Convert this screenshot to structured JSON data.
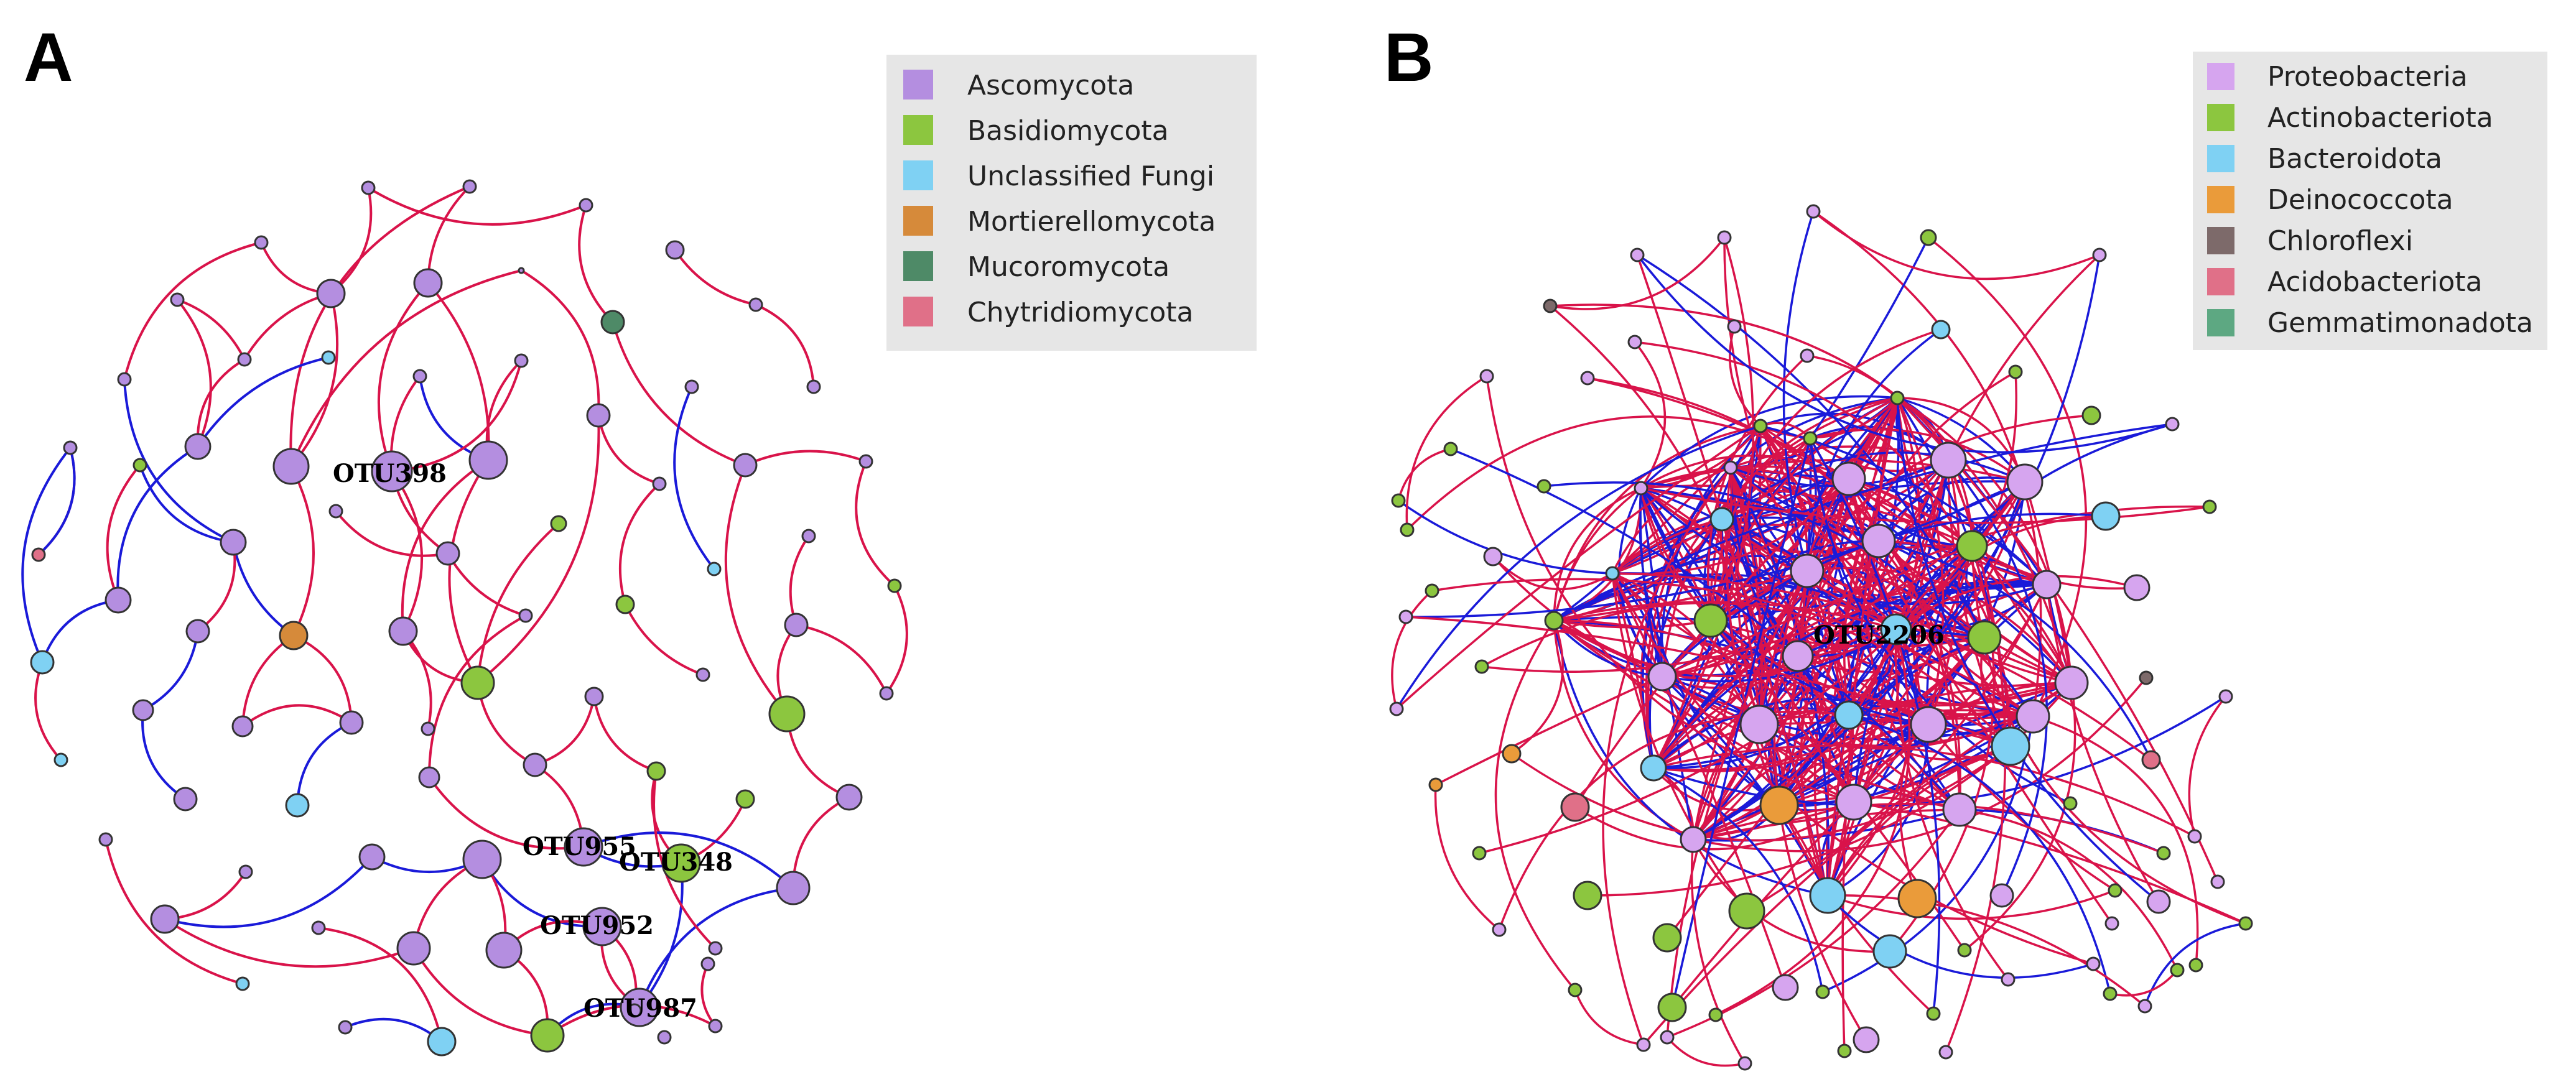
{
  "panel_a": {
    "letter": "A",
    "legend": [
      {
        "label": "Ascomycota",
        "color": "#b48ee0"
      },
      {
        "label": "Basidiomycota",
        "color": "#8cc63f"
      },
      {
        "label": "Unclassified Fungi",
        "color": "#7fd1f3"
      },
      {
        "label": "Mortierellomycota",
        "color": "#d68a3a"
      },
      {
        "label": "Mucoromycota",
        "color": "#4e8a67"
      },
      {
        "label": "Chytridiomycota",
        "color": "#e07088"
      }
    ],
    "labels": [
      "OTU398",
      "OTU955",
      "OTU348",
      "OTU952",
      "OTU987"
    ]
  },
  "panel_b": {
    "letter": "B",
    "legend": [
      {
        "label": "Proteobacteria",
        "color": "#d6a5ef"
      },
      {
        "label": "Actinobacteriota",
        "color": "#8cc63f"
      },
      {
        "label": "Bacteroidota",
        "color": "#7fd1f3"
      },
      {
        "label": "Deinococcota",
        "color": "#ea9b3a"
      },
      {
        "label": "Chloroflexi",
        "color": "#7d6a6a"
      },
      {
        "label": "Acidobacteriota",
        "color": "#e07088"
      },
      {
        "label": "Gemmatimonadota",
        "color": "#5da882"
      }
    ],
    "labels": [
      "OTU2206"
    ]
  },
  "edge_colors": {
    "positive": "#d9134a",
    "negative": "#1a1ad9"
  }
}
